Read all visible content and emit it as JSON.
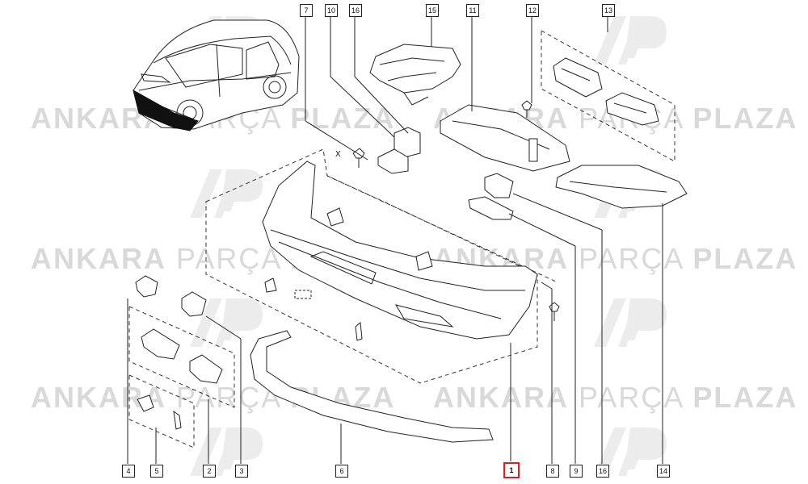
{
  "watermark": {
    "word1": "ANKARA",
    "word2": "PARÇA",
    "word3": "PLAZA",
    "logo": "AP"
  },
  "callouts": {
    "c7": "7",
    "c10": "10",
    "c16top": "16",
    "c15": "15",
    "c11": "11",
    "c12": "12",
    "c13": "13",
    "c4": "4",
    "c5": "5",
    "c2": "2",
    "c3": "3",
    "c6": "6",
    "c1": "1",
    "c8": "8",
    "c9": "9",
    "c16bottom": "16",
    "c14": "14"
  },
  "marker_x": "X",
  "colors": {
    "highlight": "#e01b24",
    "line": "#222222",
    "watermark": "#d9d9d9"
  }
}
